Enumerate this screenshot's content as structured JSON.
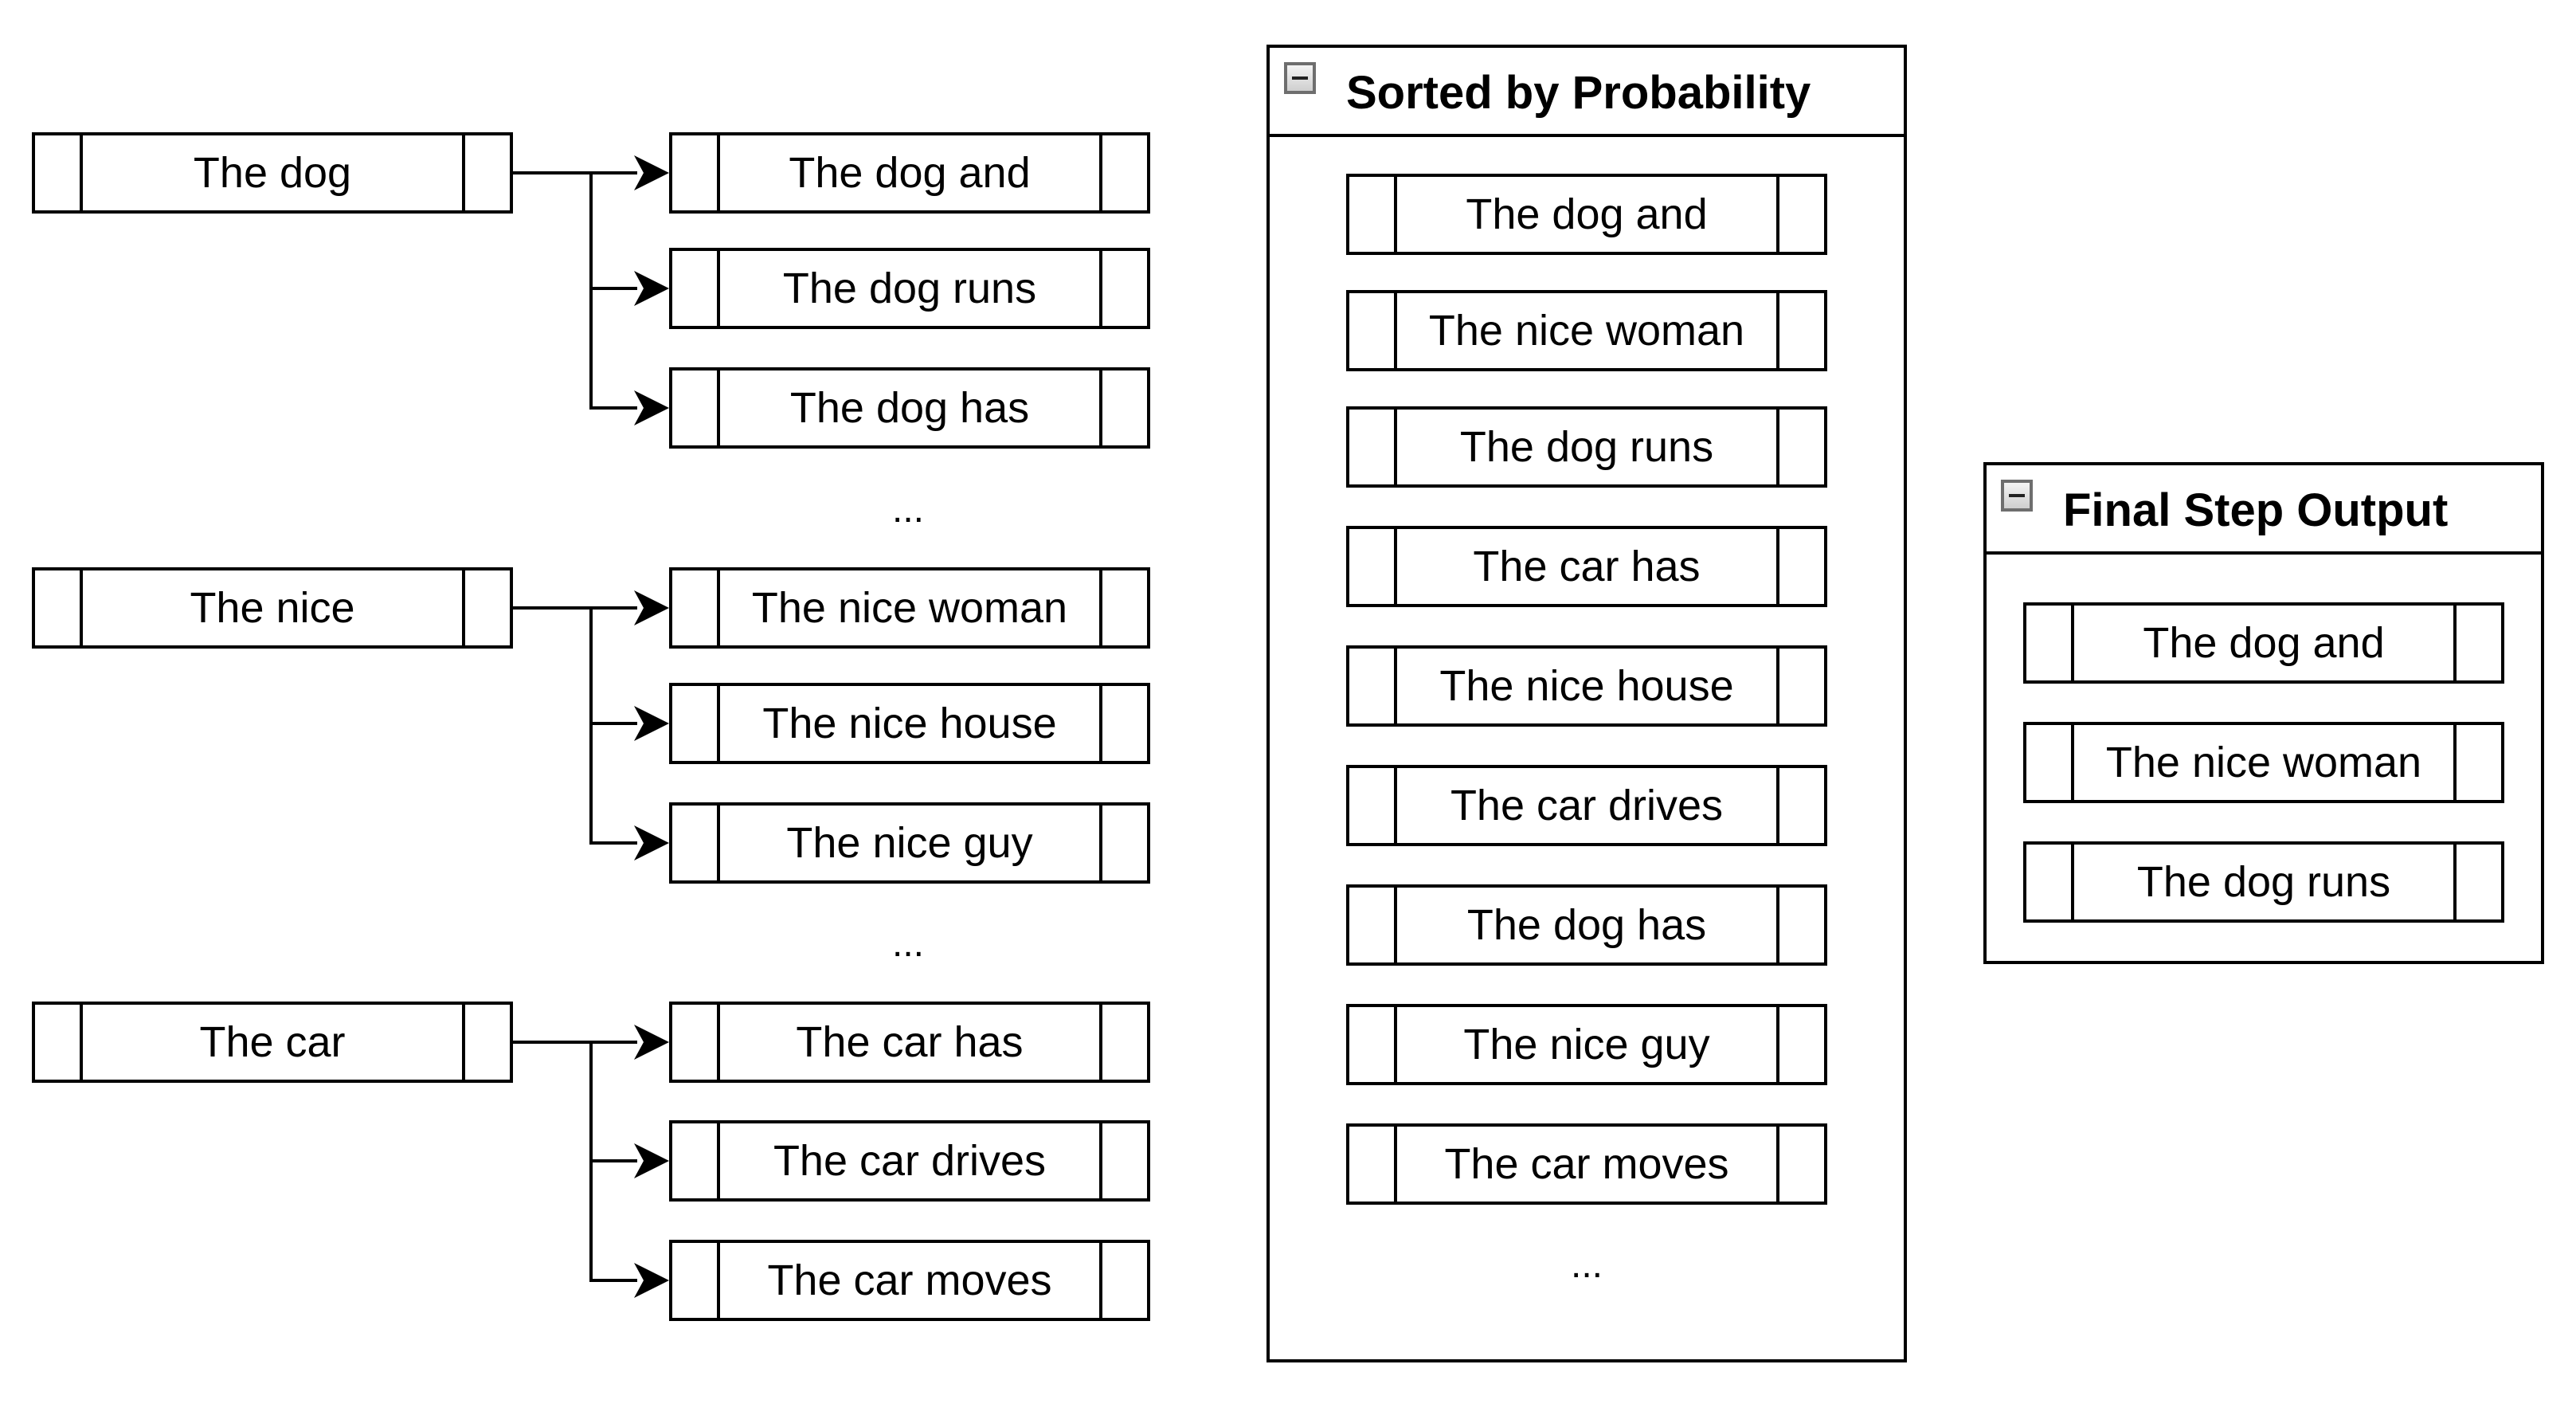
{
  "groups": [
    {
      "source": "The dog",
      "expansions": [
        "The dog and",
        "The dog runs",
        "The dog has"
      ]
    },
    {
      "source": "The nice",
      "expansions": [
        "The nice woman",
        "The nice house",
        "The nice guy"
      ]
    },
    {
      "source": "The car",
      "expansions": [
        "The car has",
        "The car drives",
        "The car moves"
      ]
    }
  ],
  "group_ellipsis": "...",
  "sorted_panel": {
    "title": "Sorted by Probability",
    "items": [
      "The dog and",
      "The nice woman",
      "The dog runs",
      "The car has",
      "The nice house",
      "The car drives",
      "The dog has",
      "The nice guy",
      "The car moves"
    ],
    "ellipsis": "..."
  },
  "final_panel": {
    "title": "Final Step Output",
    "items": [
      "The dog and",
      "The nice woman",
      "The dog runs"
    ]
  }
}
